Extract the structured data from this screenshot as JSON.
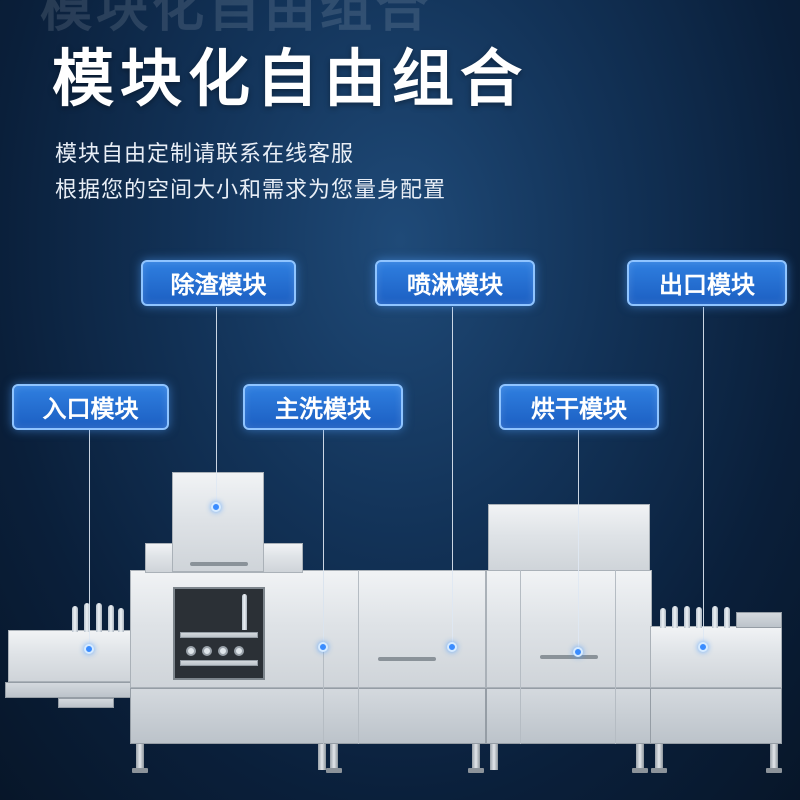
{
  "header": {
    "title": "模块化自由组合",
    "subtitle_line1": "模块自由定制请联系在线客服",
    "subtitle_line2": "根据您的空间大小和需求为您量身配置"
  },
  "modules": {
    "deslag": "除渣模块",
    "spray": "喷淋模块",
    "outlet": "出口模块",
    "inlet": "入口模块",
    "main_wash": "主洗模块",
    "drying": "烘干模块"
  },
  "colors": {
    "background": "#0a1f3a",
    "label_fill": "#2f7fe0",
    "label_border": "#8fc4ff",
    "dot": "#3a8cff"
  }
}
